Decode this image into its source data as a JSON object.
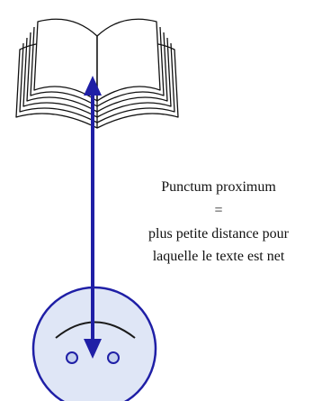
{
  "caption": {
    "title": "Punctum proximum",
    "equals": "=",
    "definition_line1": "plus petite distance pour",
    "definition_line2": "laquelle le texte est net"
  },
  "colors": {
    "arrow": "#1f1fa6",
    "face_fill": "#dfe6f6",
    "face_stroke": "#1f1fa6",
    "book_stroke": "#111111",
    "book_fill": "#ffffff"
  },
  "icons": {
    "book": "open-book-icon",
    "eye": "smiley-face-icon"
  }
}
